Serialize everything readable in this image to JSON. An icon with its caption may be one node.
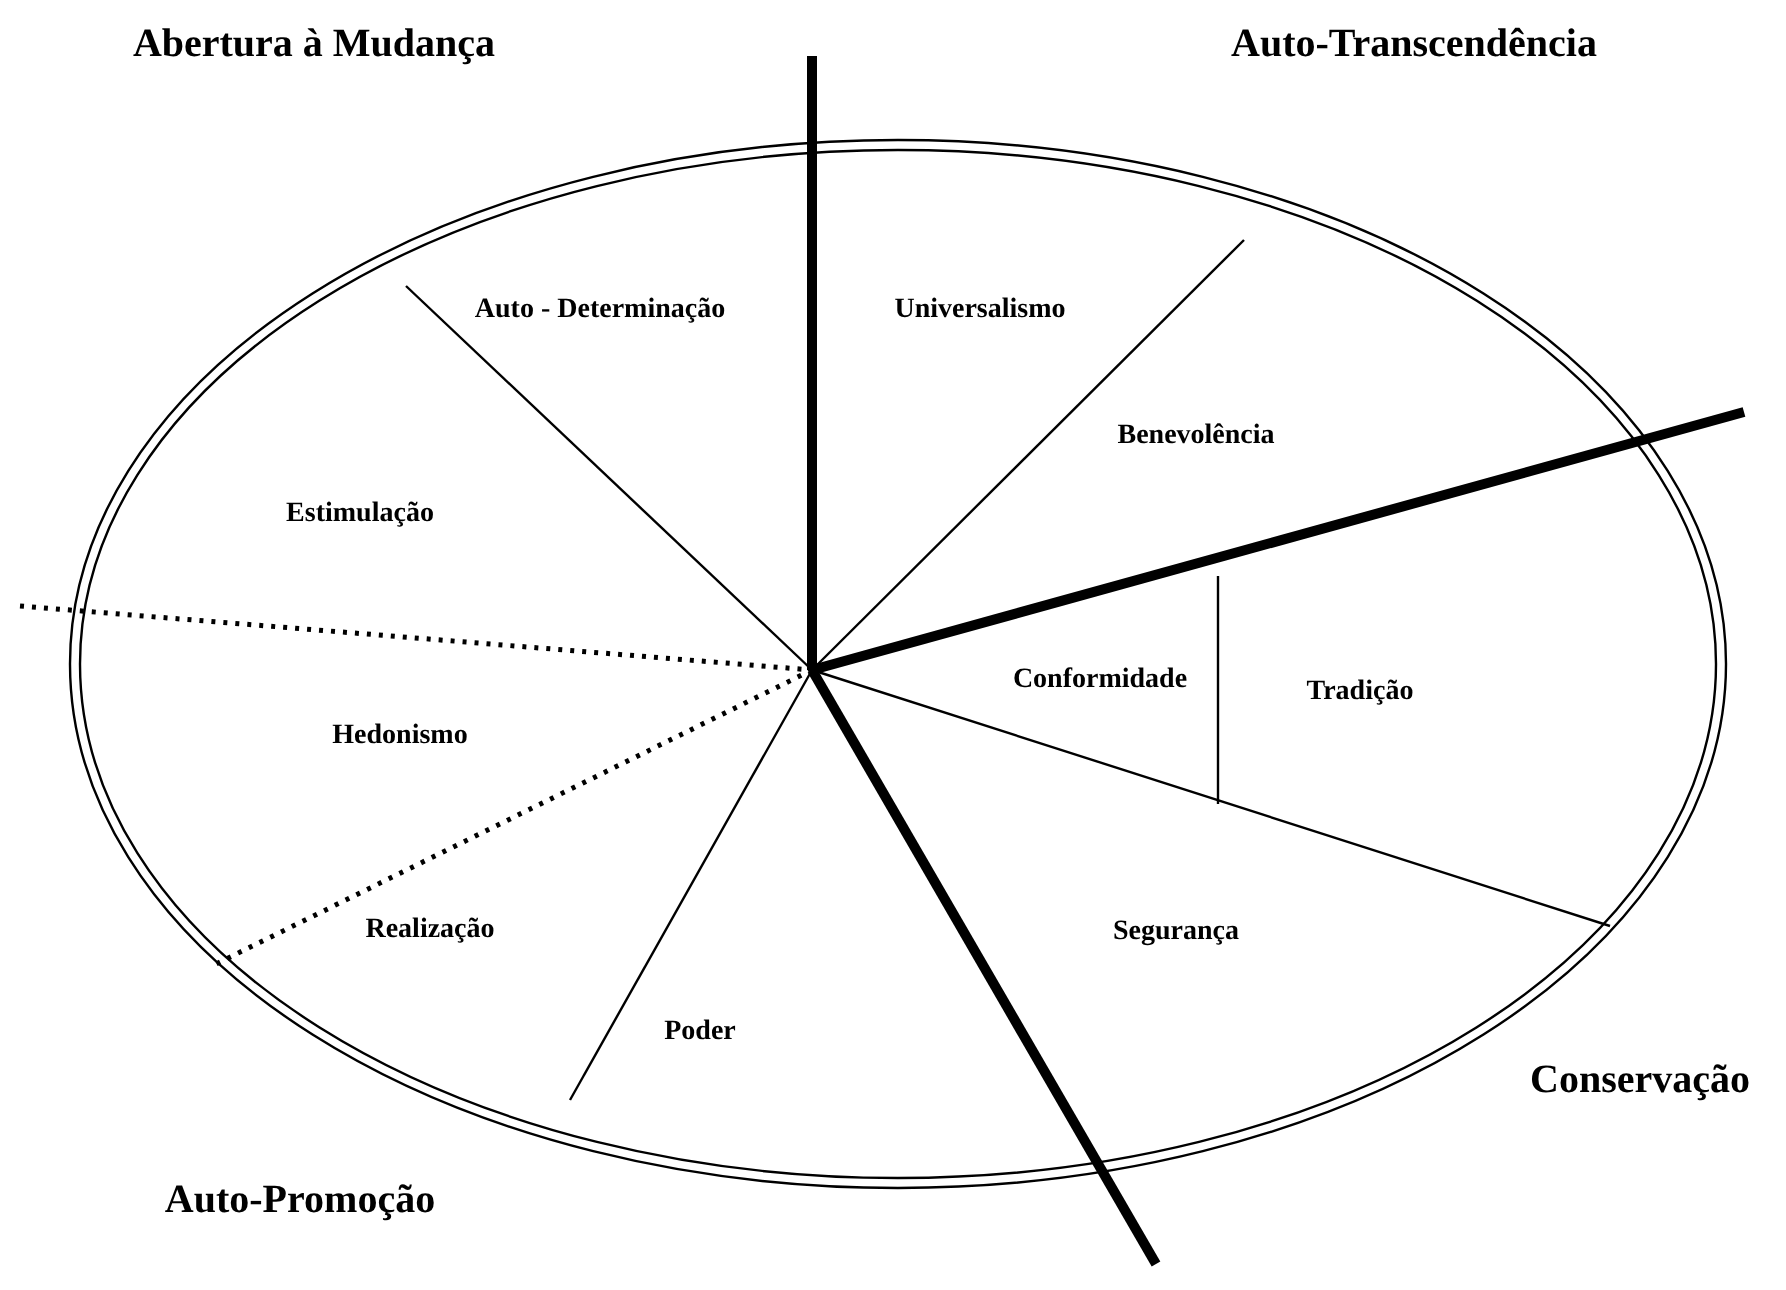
{
  "diagram": {
    "labels": [
      "Abertura à Mudança",
      "Auto-Transcendência",
      "Auto - Determinação",
      "Universalismo",
      "Benevolência",
      "Estimulação",
      "Conformidade",
      "Tradição",
      "Hedonismo",
      "Segurança",
      "Realização",
      "Poder",
      "Conservação",
      "Auto-Promoção"
    ]
  }
}
